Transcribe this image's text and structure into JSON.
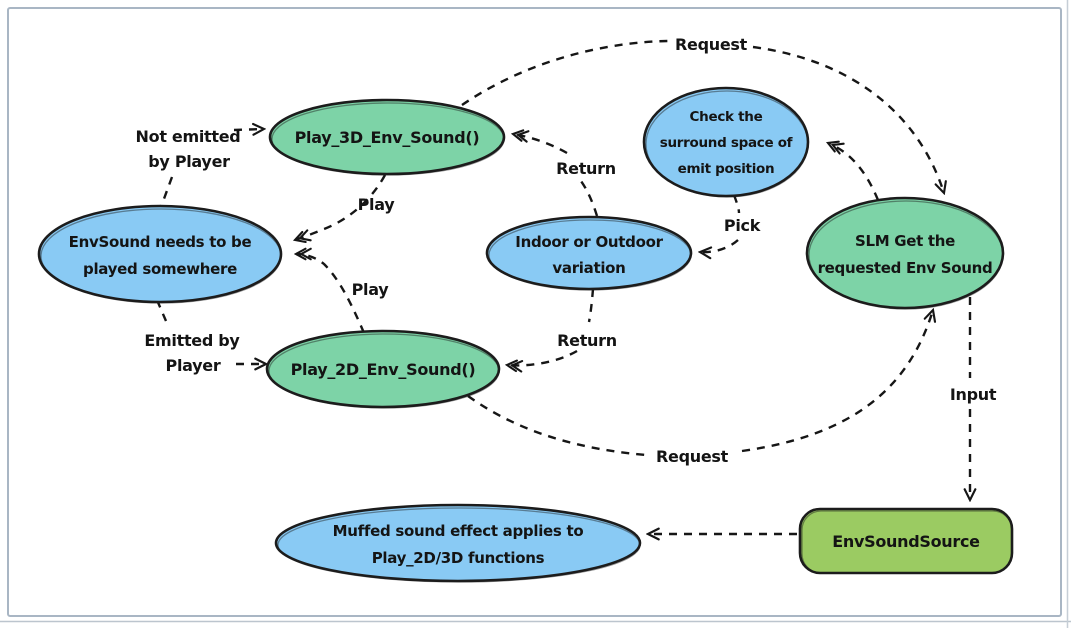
{
  "diagram": {
    "nodes": {
      "play_3d": {
        "label": "Play_3D_Env_Sound()",
        "fill": "#7dd3a7"
      },
      "play_2d": {
        "label": "Play_2D_Env_Sound()",
        "fill": "#7dd3a7"
      },
      "slm_get": {
        "lines": [
          "SLM Get the",
          "requested Env Sound"
        ],
        "fill": "#7dd3a7"
      },
      "check_surround": {
        "lines": [
          "Check the",
          "surround space of",
          "emit position"
        ],
        "fill": "#89caf4"
      },
      "envsound_needs": {
        "lines": [
          "EnvSound needs to be",
          "played somewhere"
        ],
        "fill": "#89caf4"
      },
      "indoor_outdoor": {
        "lines": [
          "Indoor or Outdoor",
          "variation"
        ],
        "fill": "#89caf4"
      },
      "muffed": {
        "lines": [
          "Muffed sound effect applies to",
          "Play_2D/3D functions"
        ],
        "fill": "#89caf4"
      },
      "envsoundsource": {
        "label": "EnvSoundSource",
        "fill": "#9bcb62"
      }
    },
    "edge_labels": {
      "not_emitted_line1": "Not emitted",
      "not_emitted_line2": "by Player",
      "emitted_line1": "Emitted by",
      "emitted_line2": "Player",
      "request_top": "Request",
      "request_bottom": "Request",
      "return_top": "Return",
      "return_bottom": "Return",
      "play_top": "Play",
      "play_bottom": "Play",
      "pick": "Pick",
      "input": "Input"
    },
    "colors": {
      "stroke": "#1c1c1c",
      "frame": "#a9b6c4",
      "page_edge": "#bcc5ce",
      "background": "#ffffff"
    }
  }
}
